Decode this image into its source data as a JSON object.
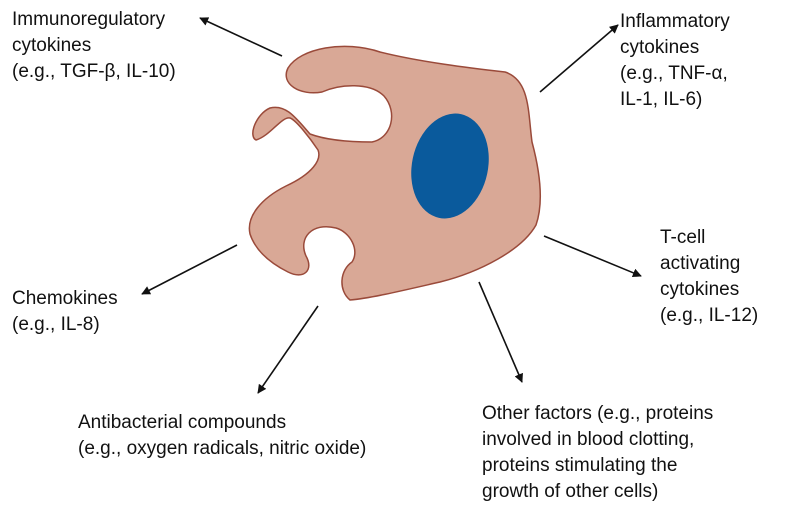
{
  "colors": {
    "cell_fill": "#d9a896",
    "cell_stroke": "#9a4a3a",
    "nucleus": "#0a5a9c",
    "arrow": "#111111",
    "text": "#111111"
  },
  "labels": {
    "immunoregulatory": {
      "line1": "Immunoregulatory",
      "line2": "cytokines",
      "line3": "(e.g., TGF-β, IL-10)"
    },
    "inflammatory": {
      "line1": "Inflammatory",
      "line2": "cytokines",
      "line3": "(e.g., TNF-α,",
      "line4": "IL-1, IL-6)"
    },
    "tcell": {
      "line1": "T-cell",
      "line2": "activating",
      "line3": "cytokines",
      "line4": "(e.g., IL-12)"
    },
    "chemokines": {
      "line1": "Chemokines",
      "line2": "(e.g., IL-8)"
    },
    "antibacterial": {
      "line1": "Antibacterial compounds",
      "line2": "(e.g., oxygen radicals, nitric oxide)"
    },
    "other": {
      "line1": "Other factors (e.g., proteins",
      "line2": "involved in blood clotting,",
      "line3": "proteins stimulating the",
      "line4": "growth of other cells)"
    }
  }
}
